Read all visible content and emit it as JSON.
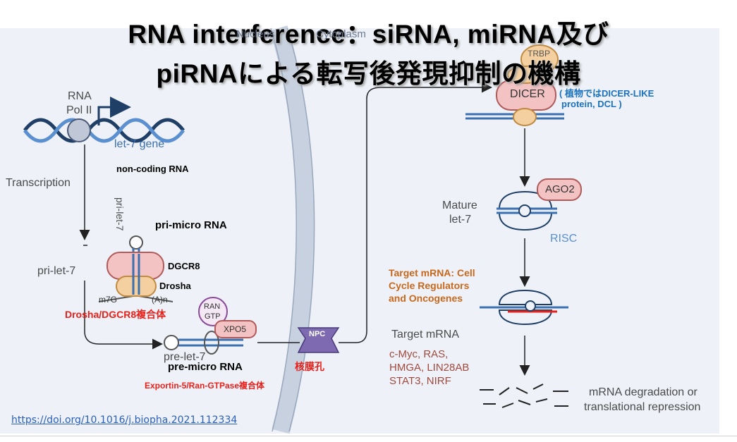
{
  "title": {
    "line1": "RNA interference：siRNA, miRNA及び",
    "line2": "piRNAによる転写後発現抑制の機構"
  },
  "regions": {
    "nucleus": "Nucleus",
    "cytoplasm": "Cytoplasm"
  },
  "labels": {
    "rna_pol_line1": "RNA",
    "rna_pol_line2": "Pol II",
    "let7_gene": "let-7 gene",
    "non_coding": "non-coding RNA",
    "transcription": "Transcription",
    "pri_let7_vertical": "pri-let-7",
    "pri_micro": "pri-micro RNA",
    "dgcr8": "DGCR8",
    "drosha": "Drosha",
    "pri_let7": "pri-let-7",
    "m7g": "m7G",
    "polya": "(A)n",
    "drosha_complex": "Drosha/DGCR8複合体",
    "ran_line1": "RAN",
    "ran_line2": "GTP",
    "xpo5": "XPO5",
    "pre_let7": "pre-let-7",
    "pre_micro": "pre-micro RNA",
    "exportin": "Exportin-5/Ran-GTPase複合体",
    "npc": "NPC",
    "nuclear_pore": "核膜孔",
    "trbp": "TRBP",
    "dicer": "DICER",
    "dicer_like_line1": "( 植物ではDICER-LIKE",
    "dicer_like_line2": "protein, DCL )",
    "ago2": "AGO2",
    "mature_line1": "Mature",
    "mature_line2": "let-7",
    "risc": "RISC",
    "target_orange_line1": "Target mRNA: Cell",
    "target_orange_line2": "Cycle Regulators",
    "target_orange_line3": "and Oncogenes",
    "target_mrna": "Target mRNA",
    "targets_line1": "c-Myc, RAS,",
    "targets_line2": "HMGA, LIN28AB",
    "targets_line3": "STAT3, NIRF",
    "degradation_line1": "mRNA degradation or",
    "degradation_line2": "translational repression"
  },
  "doi_link": "https://doi.org/10.1016/j.biopha.2021.112334",
  "colors": {
    "panel": "#eef2f8",
    "membrane": "#c7d1df",
    "dna_dark": "#1f3f66",
    "dna_blue": "#5a8fd0",
    "rna_blue": "#3a6fb0",
    "pink": "#f3c2c2",
    "orange_protein": "#f4d0a0",
    "npc_purple": "#7d6ab0",
    "accent_red": "#e8201a",
    "accent_blue": "#1a72c0",
    "accent_orange": "#c8681c",
    "accent_brown": "#a04a3e"
  }
}
